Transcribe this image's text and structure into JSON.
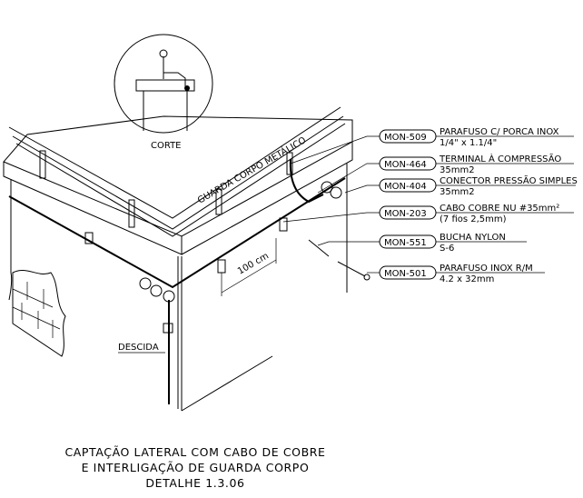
{
  "detail_inset": {
    "label": "CORTE"
  },
  "rail_text": "GUARDA CORPO METÁLICO",
  "dimension_text": "100 cm",
  "descida_label": "DESCIDA",
  "callouts": [
    {
      "code": "MON-509",
      "line1": "PARAFUSO C/ PORCA INOX",
      "line2": "1/4\" x 1.1/4\""
    },
    {
      "code": "MON-464",
      "line1": "TERMINAL À COMPRESSÃO",
      "line2": "35mm2"
    },
    {
      "code": "MON-404",
      "line1": "CONECTOR PRESSÃO SIMPLES",
      "line2": "35mm2"
    },
    {
      "code": "MON-203",
      "line1": "CABO COBRE NU #35mm²",
      "line2": "(7 fios 2,5mm)"
    },
    {
      "code": "MON-551",
      "line1": "BUCHA NYLON",
      "line2": "S-6"
    },
    {
      "code": "MON-501",
      "line1": "PARAFUSO INOX R/M",
      "line2": "4.2 x 32mm"
    }
  ],
  "caption": {
    "line1": "CAPTAÇÃO LATERAL COM CABO DE COBRE",
    "line2": "E INTERLIGAÇÃO DE GUARDA CORPO",
    "line3": "DETALHE 1.3.06"
  }
}
